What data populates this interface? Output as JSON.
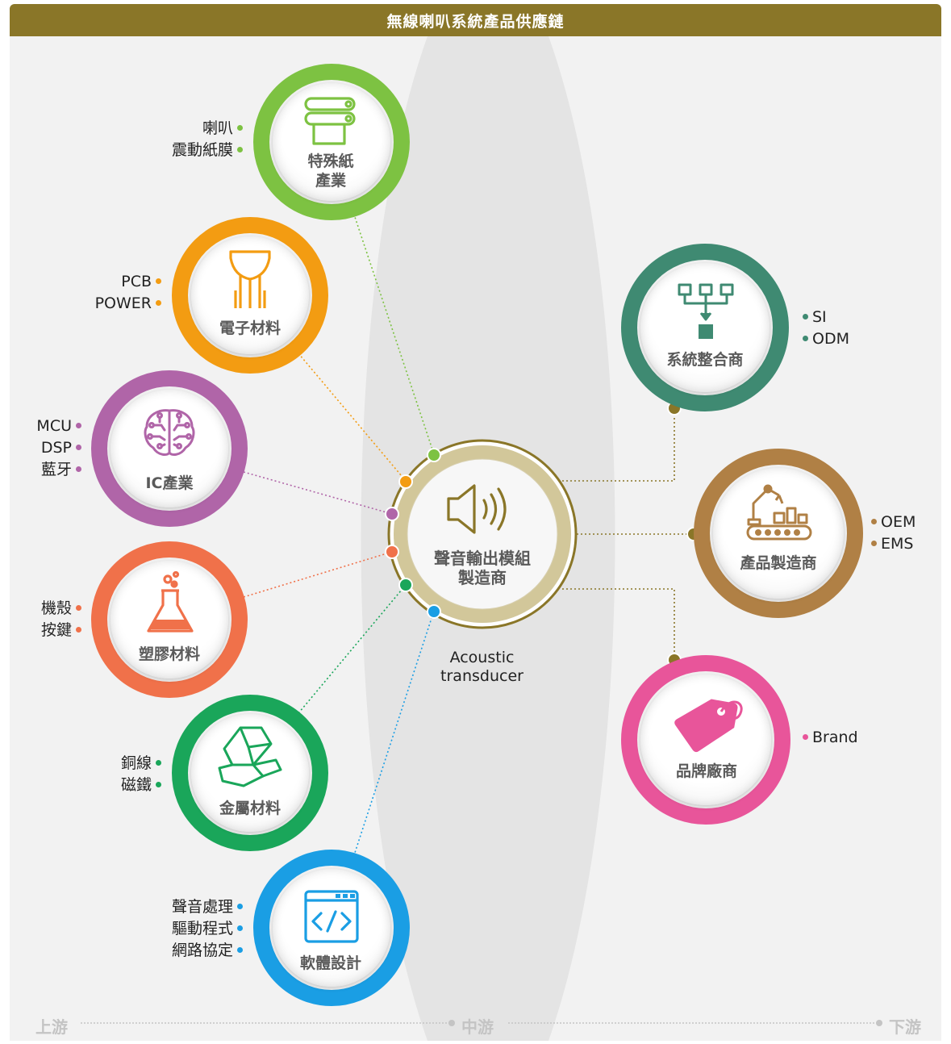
{
  "title": "無線喇叭系統產品供應鏈",
  "center": {
    "label_line1": "聲音輸出模組",
    "label_line2": "製造商",
    "caption_line1": "Acoustic",
    "caption_line2": "transducer",
    "icon": "speaker-icon",
    "color": "#8a7628"
  },
  "upstream": [
    {
      "id": "paper",
      "label_line1": "特殊紙",
      "label_line2": "產業",
      "color": "#7dc242",
      "icon": "paper-roll-icon",
      "items": [
        "喇叭",
        "震動紙膜"
      ]
    },
    {
      "id": "electronic",
      "label_line1": "電子材料",
      "label_line2": "",
      "color": "#f39c12",
      "icon": "capacitor-icon",
      "items": [
        "PCB",
        "POWER"
      ]
    },
    {
      "id": "ic",
      "label_line1": "IC產業",
      "label_line2": "",
      "color": "#b065a8",
      "icon": "circuit-brain-icon",
      "items": [
        "MCU",
        "DSP",
        "藍牙"
      ]
    },
    {
      "id": "plastic",
      "label_line1": "塑膠材料",
      "label_line2": "",
      "color": "#f0714a",
      "icon": "flask-icon",
      "items": [
        "機殼",
        "按鍵"
      ]
    },
    {
      "id": "metal",
      "label_line1": "金屬材料",
      "label_line2": "",
      "color": "#1aa65a",
      "icon": "metal-bars-icon",
      "items": [
        "銅線",
        "磁鐵"
      ]
    },
    {
      "id": "software",
      "label_line1": "軟體設計",
      "label_line2": "",
      "color": "#1a9ee4",
      "icon": "code-window-icon",
      "items": [
        "聲音處理",
        "驅動程式",
        "網路協定"
      ]
    }
  ],
  "downstream": [
    {
      "id": "si",
      "label_line1": "系統整合商",
      "color": "#3f8a72",
      "icon": "hierarchy-icon",
      "items": [
        "SI",
        "ODM"
      ]
    },
    {
      "id": "mfg",
      "label_line1": "產品製造商",
      "color": "#b08045",
      "icon": "robot-arm-conveyor-icon",
      "items": [
        "OEM",
        "EMS"
      ]
    },
    {
      "id": "brand",
      "label_line1": "品牌廠商",
      "color": "#e8559a",
      "icon": "price-tag-icon",
      "items": [
        "Brand"
      ]
    }
  ],
  "axis": {
    "upstream": "上游",
    "midstream": "中游",
    "downstream": "下游"
  },
  "colors": {
    "title_bar": "#8a7628",
    "connector_down": "#8a7628",
    "axis_text": "#c4c4c4"
  }
}
